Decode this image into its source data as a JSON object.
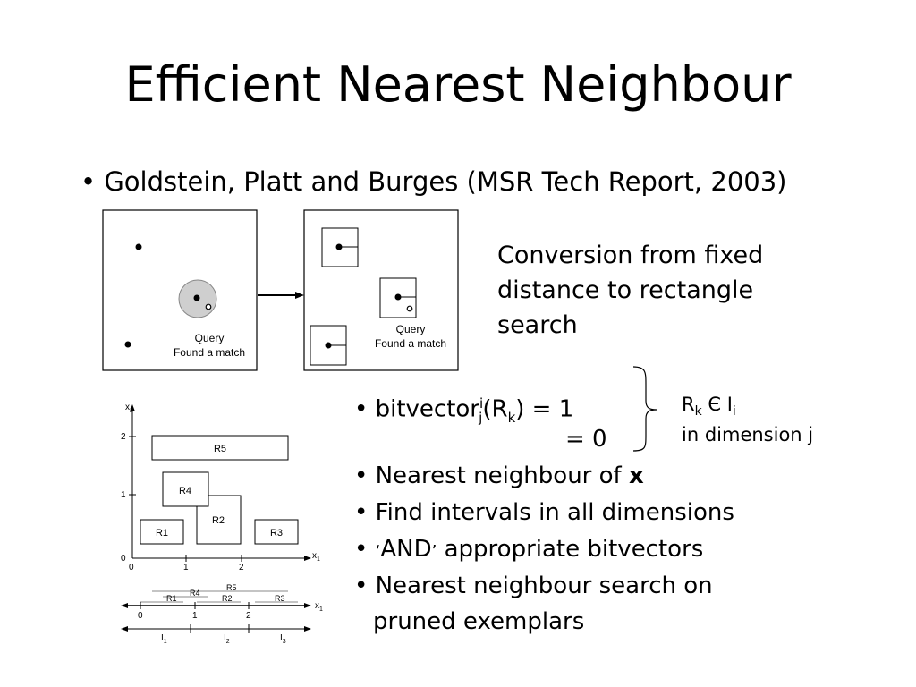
{
  "slide": {
    "title": "Efficient Nearest Neighbour",
    "subtitle": "• Goldstein, Platt and Burges (MSR Tech Report, 2003)",
    "conversion_text": "Conversion from fixed distance to rectangle search",
    "bitvector": {
      "prefix": "• bitvector",
      "sup_i": "i",
      "sub_j": "j",
      "open": "(R",
      "sub_k": "k",
      "eq1": ") = 1",
      "eq0": "= 0"
    },
    "condition": {
      "r": "R",
      "sub_k": "k",
      "mid": " Є I",
      "sub_i": "i",
      "line2": "in dimension j"
    },
    "bullets": {
      "b2_pre": "• Nearest neighbour of ",
      "b2_bold": "x",
      "b3": "• Find intervals in all dimensions",
      "b4_pre": "• ",
      "b4_open": "‘",
      "b4_word": "AND",
      "b4_close": "’",
      "b4_post": " appropriate bitvectors",
      "b5_line1": "• Nearest neighbour search on",
      "b5_line2": "pruned exemplars"
    }
  },
  "figure_left": {
    "query": "Query",
    "found": "Found a match"
  },
  "figure_right": {
    "query": "Query",
    "found": "Found a match"
  },
  "figure_rects": {
    "x_axis": "x",
    "x_sub": "1",
    "y_axis": "x",
    "y_sub": "2",
    "ticks_x": [
      "0",
      "1",
      "2"
    ],
    "ticks_y": [
      "0",
      "1",
      "2"
    ],
    "boxes": [
      "R1",
      "R2",
      "R3",
      "R4",
      "R5"
    ],
    "interval_labels": [
      "R5",
      "R4",
      "R1",
      "R2",
      "R3"
    ],
    "interval_ticks": [
      "0",
      "1",
      "2"
    ],
    "interval_axis": "x",
    "interval_axis_sub": "1",
    "intervals": [
      "I",
      "I",
      "I"
    ],
    "interval_subs": [
      "1",
      "2",
      "3"
    ]
  }
}
